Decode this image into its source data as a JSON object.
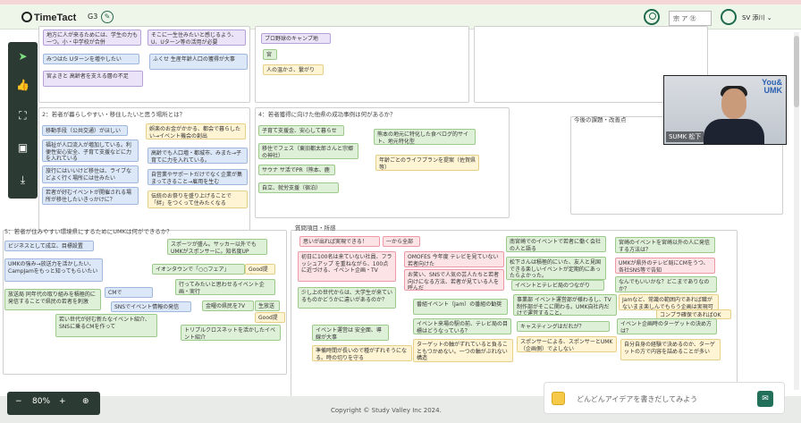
{
  "app": {
    "logo_text": "TimeTact",
    "board_name": "G3",
    "mini_box": "宗 ア ㊟",
    "user_name": "SV 添川"
  },
  "toolbar": {
    "tools": [
      {
        "icon": "cursor-icon"
      },
      {
        "icon": "thumbs-up-icon"
      },
      {
        "icon": "frame-icon"
      },
      {
        "icon": "image-icon"
      },
      {
        "icon": "download-icon"
      }
    ]
  },
  "frames": {
    "f2_title": "2：若者が暮らしやすい・移住したいと思う場所とは？",
    "f4_title": "4：若者獲得に向けた他県の成功事例は何があるか？",
    "f5_title": "5：若者が住みやすい環境県にするためにUMKは何ができるか？",
    "fq_title": "質問項目・所感",
    "fr_title": "今後の課題・改善点"
  },
  "stickies_top": [
    "地方に人が来るためには、学生の力も一つ。小・中学校が合併",
    "そこに一生住みたいと感じるよう、U、Uターン等の活用が必要",
    "プロ野球のキャンプ地",
    "みつはた Uターンを増やしたい",
    "ふくせ 生産年齢人口の獲得が大事",
    "宮崎",
    "宮よきと 高齢者を支える層の不足",
    "人の温かさ、繋がり"
  ],
  "stickies_2": [
    "移動手段（公共交通）がほしい",
    "娯楽のお金がかかる、都会で暮らしたい→イベント機会の創出",
    "福祉が人口流入が増加している。利便性安心安全、子育て支援などに力を入れている",
    "高齢でも人口増・都城市、みまた→子育てに力を入れている。",
    "旅行にはいいけど移住は、ライブなどよく行く場所には住みたい",
    "自営業やサポートだけでなく企業が集まってきること→雇用を生む",
    "若者が好むイベントが開催される場所が移住したいきっかけに？",
    "伝統のお祭りを盛り上げることで「絆」をつくって住みたくなる"
  ],
  "stickies_4": [
    "子育て支援金、安心して暮らせる",
    "熊本の地元に特化した食べログ的サイト、地元特化型",
    "移住でフェス（東旧都太郎さんと宗郷の神社）",
    "年齢ごとのライフプランを提案（佐賀県等）",
    "サウナ サ活でPR（熊本、鹿島）",
    "自立、就労支援（宿泊）"
  ],
  "stickies_5": [
    "ビジネスとして成立、目標設置",
    "スポーツが盛ん。サッカー以外でもUMKがスポンサーに。知名度UP",
    "UMKの強み→放送力を活かしたい、CampJamをもっと知ってもらいたい",
    "イオンタウンで「○○フェア」",
    "Good提点",
    "放送局 同年代の取り組みを積極的に発信することで県民の若者を刺激",
    "行ってみたいと思わせるイベント企画・実行",
    "CMでJam,Camp",
    "SNSでイベント情報の発信",
    "金曜の県民を7V で",
    "生放送",
    "Good提点",
    "若い世代が好む新たなイベント紹介、SNSに乗るCMを作って",
    "トリプルクロスネットを活かしたイベント紹介"
  ],
  "stickies_q": [
    "思いが出れば実現できる！",
    "一から全部",
    "南宮崎でのイベントで若者に働く会社の人と語る",
    "宮崎のイベントを宮崎以外の人に発信する方法は？",
    "初日に100名は来ていない社員、フラッシュアップ を重ねながら、100点に近づける、イベント企画・TV",
    "OMOFES 今年度 テレビを見ていない若者向けた",
    "お笑い、SNSで人気の芸人たちと若者向けになる方法、若者が見ている人を呼んだ",
    "松下さんは積極的にいた、友人と見国できる楽しいイベントが定期的にあったらよかった。",
    "UMKが県外のテレビ局にCMをうつ、各社SNS等で告知",
    "少し上の世代からは、大学生が来ているものかどうかに違いがあるのか？",
    "イベントとテレビ局のつながり",
    "なんでもいいかな？どこまでありなのか？",
    "事業部 イベント運営部が様わるし、TV制作部がそこに関わる。UMK自社内だけで運営すること。",
    "Jamなど、常識の範囲内であれば職がないまま楽しんでもらう企画は実現可能",
    "コンプラ確保であればOK",
    "番組イベント（Jam）の番組の勧奨",
    "イベント運営は 安全面、導線が大事",
    "イベント来場の駅の前、テレビ局の目標はどうなっている？",
    "キャスティングはだれが？",
    "イベント企画時のターゲットの決め方は？",
    "準備時間が長いので種がずれそうになる。時の切りを守る",
    "ターゲットの軸がずれていると負ることもつかめない。一つの軸がぶれない構造",
    "スポンサーによる、スポンサーとUMK（企画側）でよしない",
    "自分自身の経験で決めるのか、ターゲットの方で内容を詰めることが多い"
  ],
  "video": {
    "brand_line1": "You&",
    "brand_line2": "UMK",
    "name_tag": "SUMK 松下"
  },
  "zoom": {
    "minus": "−",
    "level": "80%",
    "plus": "+",
    "search": "⊕"
  },
  "idea_input": {
    "placeholder": "どんどんアイデアを書きだしてみよう"
  },
  "footer": {
    "copyright": "Copyright © Study Valley Inc 2024."
  }
}
